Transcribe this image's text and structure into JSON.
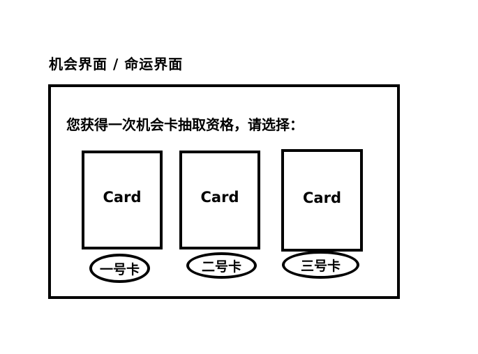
{
  "header": {
    "title": "机会界面 / 命运界面"
  },
  "dialog": {
    "prompt": "您获得一次机会卡抽取资格，请选择："
  },
  "cards": [
    {
      "label": "Card",
      "name": "一号卡"
    },
    {
      "label": "Card",
      "name": "二号卡"
    },
    {
      "label": "Card",
      "name": "三号卡"
    }
  ]
}
